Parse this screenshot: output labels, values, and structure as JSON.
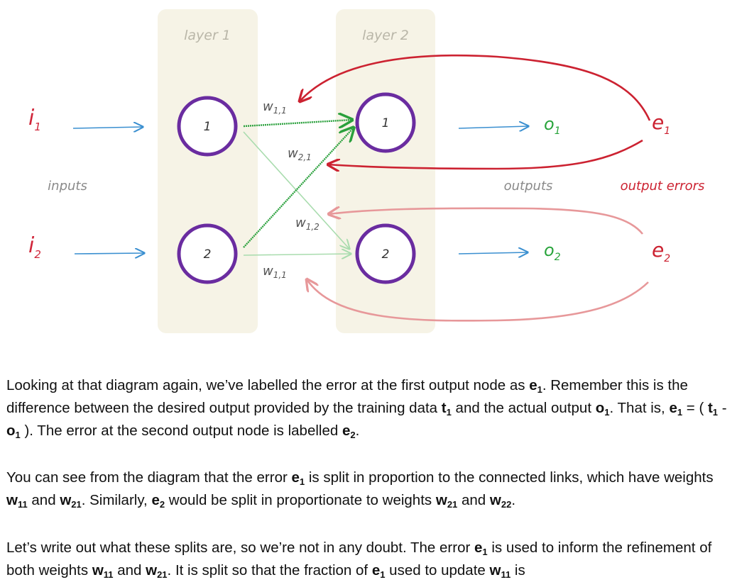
{
  "diagram": {
    "layer_labels": [
      "layer 1",
      "layer 2"
    ],
    "node_labels": {
      "layer1": [
        "1",
        "2"
      ],
      "layer2": [
        "1",
        "2"
      ]
    },
    "inputs": {
      "i1": {
        "letter": "i",
        "sub": "1"
      },
      "i2": {
        "letter": "i",
        "sub": "2"
      },
      "caption": "inputs"
    },
    "outputs": {
      "o1": {
        "letter": "o",
        "sub": "1"
      },
      "o2": {
        "letter": "o",
        "sub": "2"
      },
      "caption": "outputs"
    },
    "errors": {
      "e1": {
        "letter": "e",
        "sub": "1"
      },
      "e2": {
        "letter": "e",
        "sub": "2"
      },
      "caption": "output errors"
    },
    "weights": [
      {
        "letter": "w",
        "sub": "1,1"
      },
      {
        "letter": "w",
        "sub": "2,1"
      },
      {
        "letter": "w",
        "sub": "1,2"
      },
      {
        "letter": "w",
        "sub": "1,1"
      }
    ],
    "colors": {
      "panel": "#f6f3e6",
      "node_ring": "#6a2ca0",
      "input_red": "#d0263a",
      "input_arrow_blue": "#3a8fd0",
      "weight_green": "#2aa03c",
      "weight_light_green": "#a9dcae",
      "output_green": "#27a33a",
      "error_red": "#cc2231",
      "error_light_red": "#e7989a",
      "caption_gray": "#8a8a8a"
    }
  },
  "text": {
    "p1": [
      "Looking at that diagram again, we’ve labelled the error at the first output node as ",
      "e",
      "1",
      ". Remember this is the difference between the desired output provided by the training data ",
      "t",
      "1",
      " and the actual output ",
      "o",
      "1",
      ". That is, ",
      "e",
      "1",
      " = ( ",
      "t",
      "1",
      " - ",
      "o",
      "1",
      " ). The error at the second output node is labelled ",
      "e",
      "2",
      "."
    ],
    "p2": [
      "You can see from the diagram that the error ",
      "e",
      "1",
      " is split in proportion to the connected links, which have weights ",
      "w",
      "11",
      " and ",
      "w",
      "21",
      ". Similarly, ",
      "e",
      "2",
      " would be split in proportionate to weights ",
      "w",
      "21",
      " and ",
      "w",
      "22",
      "."
    ],
    "p3": [
      "Let’s write out what these splits are, so we’re not in any doubt. The error ",
      "e",
      "1",
      " is used to inform the refinement of both weights ",
      "w",
      "11",
      " and ",
      "w",
      "21",
      ". It is split so that the fraction of ",
      "e",
      "1",
      " used to update ",
      "w",
      "11",
      " is"
    ]
  }
}
